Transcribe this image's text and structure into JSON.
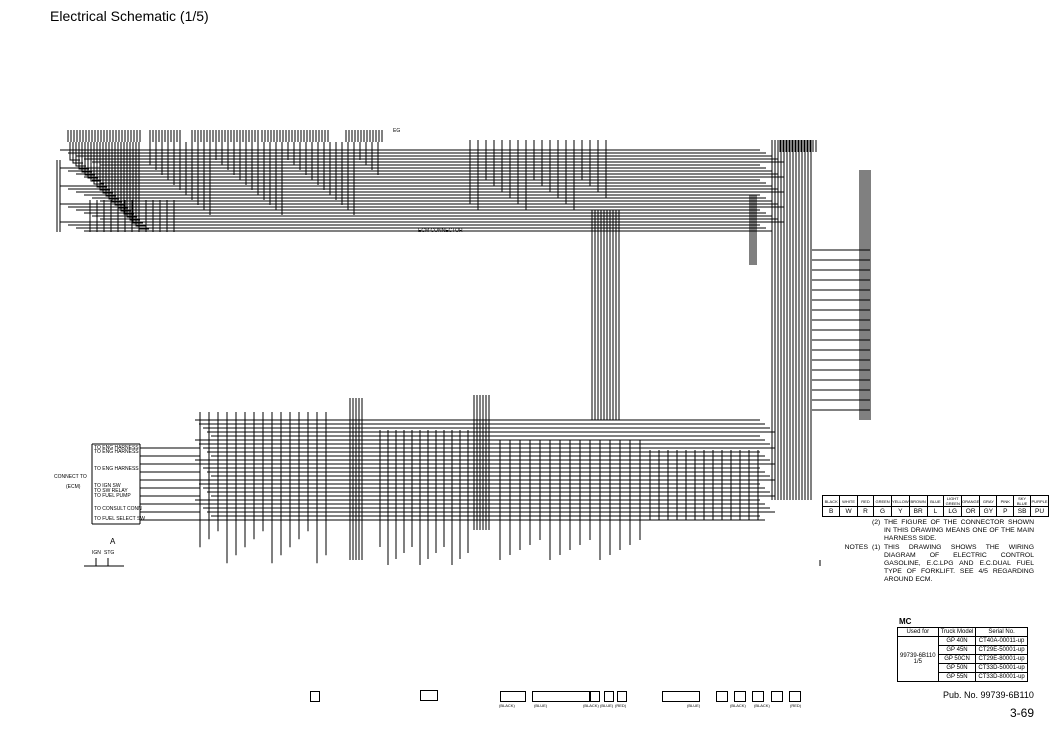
{
  "page": {
    "title": "Electrical Schematic (1/5)",
    "section_letter": "A",
    "pub_no": "Pub. No. 99739-6B110",
    "page_number": "3-69"
  },
  "connect_to": {
    "title": "CONNECT TO",
    "sub": "(ECM)",
    "items": [
      "TO ENG HARNESS",
      "TO ENG HARNESS",
      "TO ENG HARNESS",
      "TO IGN SW",
      "TO SW RELAY",
      "TO FUEL PUMP",
      "TO CONSULT CONN",
      "TO FUEL SELECT SW"
    ]
  },
  "small_labels": {
    "ecm_connector": "ECM CONNECTOR",
    "eg": "EG",
    "ign": "IGN",
    "stg": "STG"
  },
  "wire_colors": {
    "names": [
      "BLACK",
      "WHITE",
      "RED",
      "GREEN",
      "YELLOW",
      "BROWN",
      "BLUE",
      "LIGHT GREEN",
      "ORANGE",
      "GRAY",
      "PINK",
      "SKY BLUE",
      "PURPLE"
    ],
    "codes": [
      "B",
      "W",
      "R",
      "G",
      "Y",
      "BR",
      "L",
      "LG",
      "OR",
      "GY",
      "P",
      "SB",
      "PU"
    ]
  },
  "notes": {
    "tag": "NOTES",
    "items": [
      {
        "num": "(2)",
        "text": "THE FIGURE OF THE CONNECTOR SHOWN IN THIS DRAWING MEANS ONE OF THE MAIN HARNESS SIDE."
      },
      {
        "num": "(1)",
        "text": "THIS DRAWING SHOWS THE WIRING DIAGRAM OF ELECTRIC CONTROL GASOLINE, E.C.LPG AND E.C.DUAL FUEL TYPE OF FORKLIFT. SEE 4/5 REGARDING AROUND ECM."
      }
    ]
  },
  "model_table": {
    "label": "MC",
    "headers": [
      "Used for",
      "Truck Model",
      "Serial No."
    ],
    "used_for": [
      "99739-6B110",
      "1/5"
    ],
    "rows": [
      {
        "model": "GP 40N",
        "serial": "CT40A-00011-up"
      },
      {
        "model": "GP 45N",
        "serial": "CT29E-50001-up"
      },
      {
        "model": "GP 50CN",
        "serial": "CT29E-80001-up"
      },
      {
        "model": "GP 50N",
        "serial": "CT33D-50001-up"
      },
      {
        "model": "GP 55N",
        "serial": "CT33D-80001-up"
      }
    ]
  },
  "footer_captions": [
    "(BLACK)",
    "(BLUE)",
    "(BLACK)",
    "(BLUE)",
    "(RED)",
    "(BLUE)",
    "(BLACK)",
    "(BLACK)",
    "(RED)"
  ]
}
